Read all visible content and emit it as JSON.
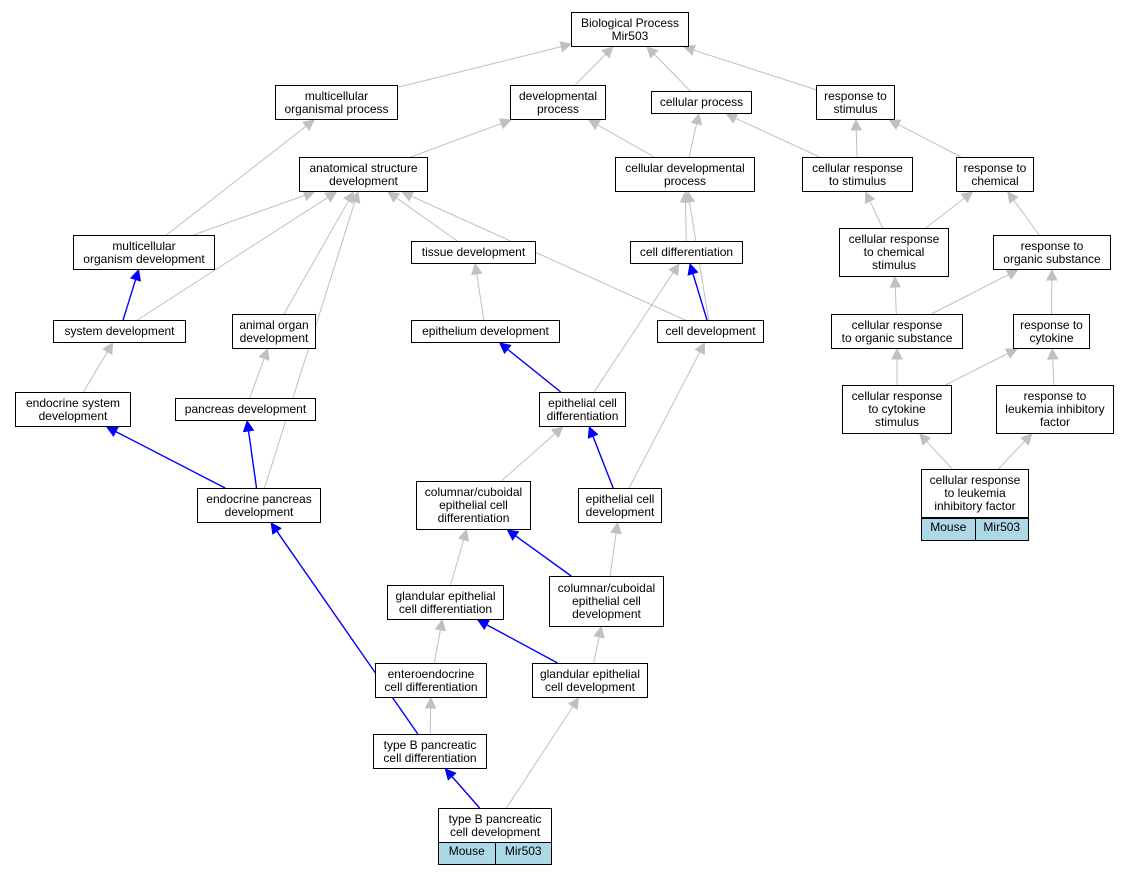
{
  "colors": {
    "regulated_edge": "#0000ff",
    "edge": "#c0c0c0",
    "tag_bg": "#add8e6"
  },
  "nodes": [
    {
      "id": "bp",
      "label": "Biological Process\nMir503"
    },
    {
      "id": "mop",
      "label": "multicellular\norganismal process"
    },
    {
      "id": "dp",
      "label": "developmental\nprocess"
    },
    {
      "id": "cp",
      "label": "cellular process"
    },
    {
      "id": "rts",
      "label": "response to\nstimulus"
    },
    {
      "id": "asd",
      "label": "anatomical structure\ndevelopment"
    },
    {
      "id": "cdp",
      "label": "cellular developmental\nprocess"
    },
    {
      "id": "crs",
      "label": "cellular response\nto stimulus"
    },
    {
      "id": "rtc",
      "label": "response to\nchemical"
    },
    {
      "id": "mod",
      "label": "multicellular\norganism development"
    },
    {
      "id": "td",
      "label": "tissue development"
    },
    {
      "id": "cdiff",
      "label": "cell differentiation"
    },
    {
      "id": "crcs",
      "label": "cellular response\nto chemical\nstimulus"
    },
    {
      "id": "rtos",
      "label": "response to\norganic substance"
    },
    {
      "id": "sd",
      "label": "system development"
    },
    {
      "id": "aod",
      "label": "animal organ\ndevelopment"
    },
    {
      "id": "ed",
      "label": "epithelium development"
    },
    {
      "id": "cdev",
      "label": "cell development"
    },
    {
      "id": "crtos",
      "label": "cellular response\nto organic substance"
    },
    {
      "id": "rtcyt",
      "label": "response to\ncytokine"
    },
    {
      "id": "esd",
      "label": "endocrine system\ndevelopment"
    },
    {
      "id": "pd",
      "label": "pancreas development"
    },
    {
      "id": "ecd",
      "label": "epithelial cell\ndifferentiation"
    },
    {
      "id": "crcyt",
      "label": "cellular response\nto cytokine\nstimulus"
    },
    {
      "id": "rtlif",
      "label": "response to\nleukemia inhibitory\nfactor"
    },
    {
      "id": "crlif",
      "label": "cellular response\nto leukemia\ninhibitory factor"
    },
    {
      "id": "epd",
      "label": "endocrine pancreas\ndevelopment"
    },
    {
      "id": "ccecd",
      "label": "columnar/cuboidal\nepithelial cell\ndifferentiation"
    },
    {
      "id": "ecdev",
      "label": "epithelial cell\ndevelopment"
    },
    {
      "id": "gecd",
      "label": "glandular epithelial\ncell differentiation"
    },
    {
      "id": "ccecdev",
      "label": "columnar/cuboidal\nepithelial cell\ndevelopment"
    },
    {
      "id": "eecd",
      "label": "enteroendocrine\ncell differentiation"
    },
    {
      "id": "gecdev",
      "label": "glandular epithelial\ncell development"
    },
    {
      "id": "tbpcd",
      "label": "type B pancreatic\ncell differentiation"
    },
    {
      "id": "tbpcdev",
      "label": "type B pancreatic\ncell development"
    }
  ],
  "tags": [
    {
      "node": "crlif",
      "cells": [
        "Mouse",
        "Mir503"
      ]
    },
    {
      "node": "tbpcdev",
      "cells": [
        "Mouse",
        "Mir503"
      ]
    }
  ],
  "edges": [
    {
      "from": "mop",
      "to": "bp",
      "type": "is_a"
    },
    {
      "from": "dp",
      "to": "bp",
      "type": "is_a"
    },
    {
      "from": "cp",
      "to": "bp",
      "type": "is_a"
    },
    {
      "from": "rts",
      "to": "bp",
      "type": "is_a"
    },
    {
      "from": "asd",
      "to": "dp",
      "type": "is_a"
    },
    {
      "from": "cdp",
      "to": "dp",
      "type": "is_a"
    },
    {
      "from": "cdp",
      "to": "cp",
      "type": "is_a"
    },
    {
      "from": "crs",
      "to": "cp",
      "type": "is_a"
    },
    {
      "from": "crs",
      "to": "rts",
      "type": "is_a"
    },
    {
      "from": "rtc",
      "to": "rts",
      "type": "is_a"
    },
    {
      "from": "mod",
      "to": "mop",
      "type": "is_a"
    },
    {
      "from": "mod",
      "to": "asd",
      "type": "is_a"
    },
    {
      "from": "td",
      "to": "asd",
      "type": "is_a"
    },
    {
      "from": "cdev",
      "to": "asd",
      "type": "is_a"
    },
    {
      "from": "cdiff",
      "to": "cdp",
      "type": "is_a"
    },
    {
      "from": "cdev",
      "to": "cdp",
      "type": "is_a"
    },
    {
      "from": "crcs",
      "to": "crs",
      "type": "is_a"
    },
    {
      "from": "crcs",
      "to": "rtc",
      "type": "is_a"
    },
    {
      "from": "rtos",
      "to": "rtc",
      "type": "is_a"
    },
    {
      "from": "sd",
      "to": "mod",
      "type": "part_of"
    },
    {
      "from": "sd",
      "to": "asd",
      "type": "is_a"
    },
    {
      "from": "aod",
      "to": "asd",
      "type": "is_a"
    },
    {
      "from": "ed",
      "to": "td",
      "type": "is_a"
    },
    {
      "from": "cdev",
      "to": "cdiff",
      "type": "part_of"
    },
    {
      "from": "crtos",
      "to": "crcs",
      "type": "is_a"
    },
    {
      "from": "crtos",
      "to": "rtos",
      "type": "is_a"
    },
    {
      "from": "rtcyt",
      "to": "rtos",
      "type": "is_a"
    },
    {
      "from": "esd",
      "to": "sd",
      "type": "is_a"
    },
    {
      "from": "pd",
      "to": "aod",
      "type": "is_a"
    },
    {
      "from": "ecd",
      "to": "ed",
      "type": "part_of"
    },
    {
      "from": "ecd",
      "to": "cdiff",
      "type": "is_a"
    },
    {
      "from": "crcyt",
      "to": "crtos",
      "type": "is_a"
    },
    {
      "from": "crcyt",
      "to": "rtcyt",
      "type": "is_a"
    },
    {
      "from": "rtlif",
      "to": "rtcyt",
      "type": "is_a"
    },
    {
      "from": "crlif",
      "to": "crcyt",
      "type": "is_a"
    },
    {
      "from": "crlif",
      "to": "rtlif",
      "type": "is_a"
    },
    {
      "from": "epd",
      "to": "esd",
      "type": "part_of"
    },
    {
      "from": "epd",
      "to": "pd",
      "type": "part_of"
    },
    {
      "from": "epd",
      "to": "asd",
      "type": "is_a"
    },
    {
      "from": "ccecd",
      "to": "ecd",
      "type": "is_a"
    },
    {
      "from": "ecdev",
      "to": "ecd",
      "type": "part_of"
    },
    {
      "from": "ecdev",
      "to": "cdev",
      "type": "is_a"
    },
    {
      "from": "gecd",
      "to": "ccecd",
      "type": "is_a"
    },
    {
      "from": "ccecdev",
      "to": "ccecd",
      "type": "part_of"
    },
    {
      "from": "ccecdev",
      "to": "ecdev",
      "type": "is_a"
    },
    {
      "from": "eecd",
      "to": "gecd",
      "type": "is_a"
    },
    {
      "from": "gecdev",
      "to": "gecd",
      "type": "part_of"
    },
    {
      "from": "gecdev",
      "to": "ccecdev",
      "type": "is_a"
    },
    {
      "from": "tbpcd",
      "to": "epd",
      "type": "part_of"
    },
    {
      "from": "tbpcd",
      "to": "eecd",
      "type": "is_a"
    },
    {
      "from": "tbpcdev",
      "to": "tbpcd",
      "type": "part_of"
    },
    {
      "from": "tbpcdev",
      "to": "gecdev",
      "type": "is_a"
    }
  ]
}
